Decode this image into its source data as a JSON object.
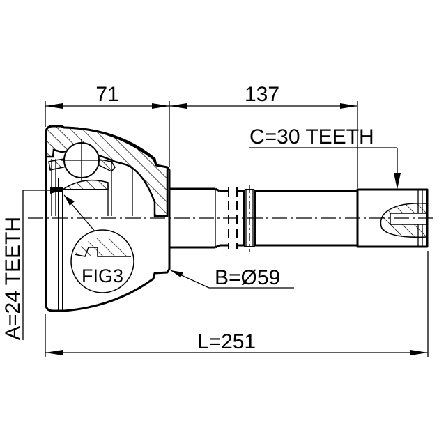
{
  "drawing": {
    "title": "CV Joint Outer - Technical Dimension Drawing",
    "dimensions": {
      "dim_71": "71",
      "dim_137": "137",
      "teeth_c": "C=30 TEETH",
      "teeth_a": "A=24 TEETH",
      "diameter_b": "B=Ø59",
      "length_l": "L=251",
      "fig_label": "FIG3"
    },
    "colors": {
      "line": "#000000",
      "background": "#ffffff"
    }
  }
}
